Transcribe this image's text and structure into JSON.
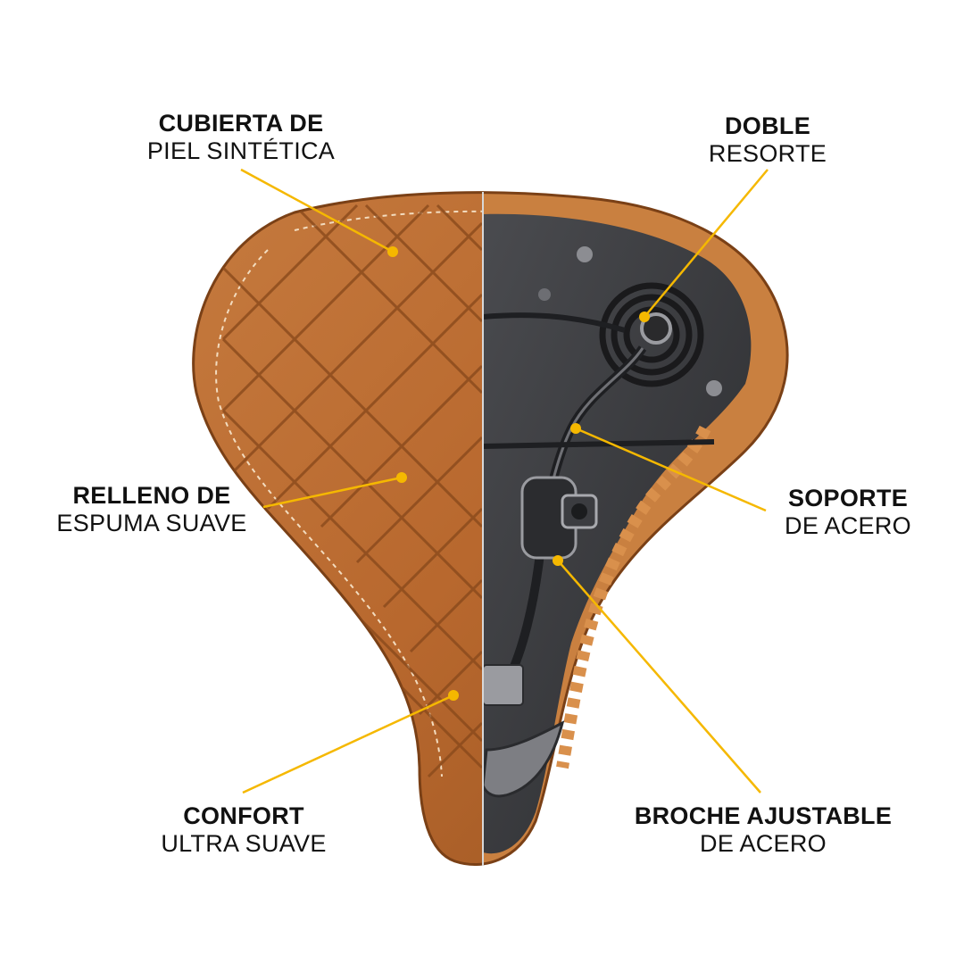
{
  "colors": {
    "accent": "#F5B800",
    "leather": "#B8682E",
    "leather_dark": "#8A4A1C",
    "steel": "#3A3B3E",
    "text": "#111111"
  },
  "callouts": [
    {
      "id": "cover",
      "bold": "CUBIERTA DE",
      "light": "PIEL SINTÉTICA"
    },
    {
      "id": "spring",
      "bold": "DOBLE",
      "light": "RESORTE"
    },
    {
      "id": "foam",
      "bold": "RELLENO DE",
      "light": "ESPUMA SUAVE"
    },
    {
      "id": "support",
      "bold": "SOPORTE",
      "light": "DE ACERO"
    },
    {
      "id": "comfort",
      "bold": "CONFORT",
      "light": "ULTRA SUAVE"
    },
    {
      "id": "clamp",
      "bold": "BROCHE AJUSTABLE",
      "light": "DE ACERO"
    }
  ]
}
